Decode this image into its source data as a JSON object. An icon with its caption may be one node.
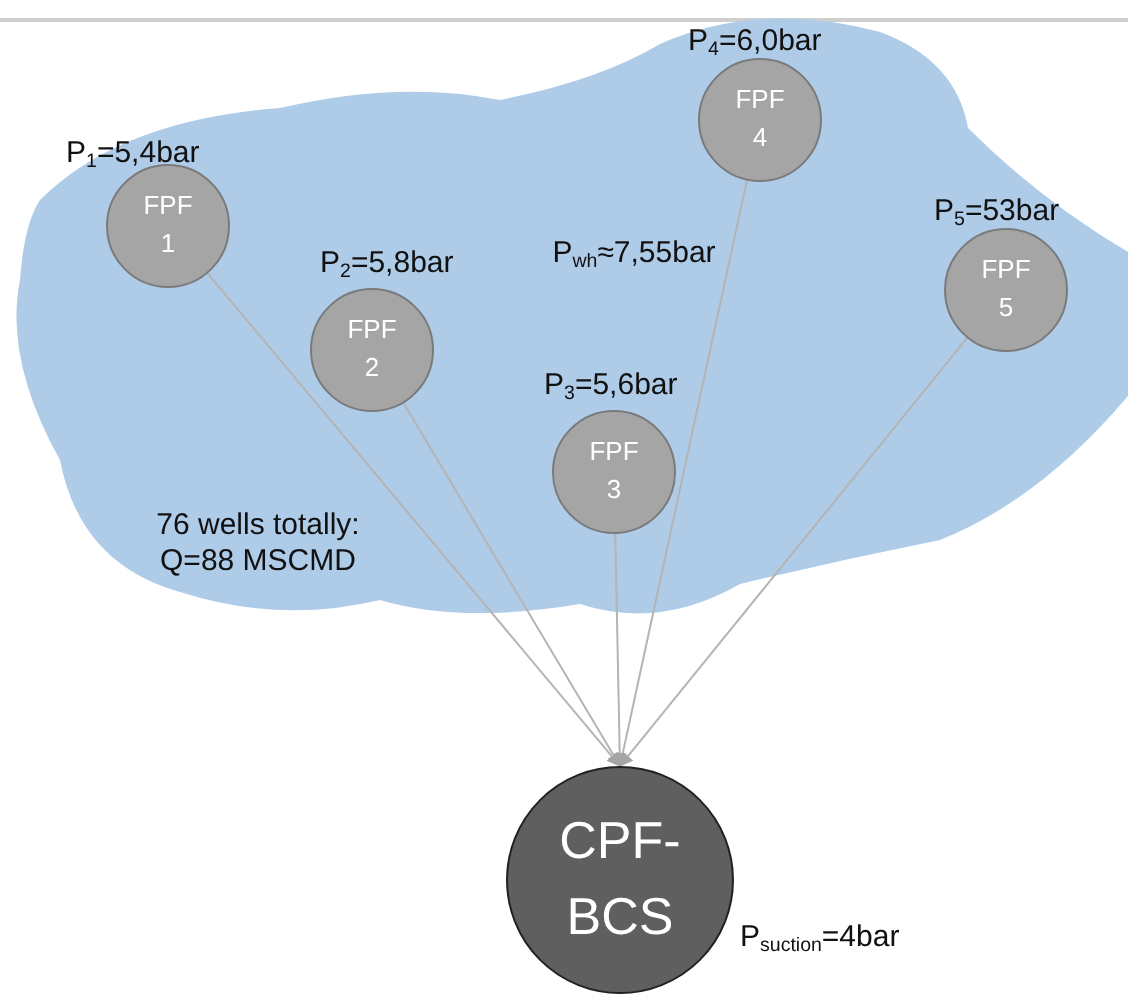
{
  "diagram": {
    "nodes": [
      {
        "text": [
          "P$_{wh}$≈7,55bar",
          "76 wells totally: Q=88 MSCMD"
        ]
      },
      {
        "text": [
          "FPF 1"
        ],
        "in": 0,
        "beside": [
          "P$_{1}$=5,4bar"
        ]
      },
      {
        "text": [
          "FPF 2"
        ],
        "in": 0,
        "beside": [
          "P$_{2}$=5,8bar"
        ]
      },
      {
        "text": [
          "FPF 3"
        ],
        "in": 0,
        "beside": [
          "P$_{3}$=5,6bar"
        ]
      },
      {
        "text": [
          "FPF 4"
        ],
        "in": 0,
        "beside": [
          "P$_{4}$=6,0bar"
        ]
      },
      {
        "text": [
          "FPF 5"
        ],
        "in": 0,
        "beside": [
          "P$_{5}$=53bar"
        ]
      },
      {
        "text": [
          "CPF- BCS"
        ],
        "beside": [
          "P$_{suction}$=4bar"
        ]
      }
    ],
    "edges": [
      {
        "from": 1,
        "to": 6,
        "arrow": "to"
      },
      {
        "from": 2,
        "to": 6,
        "arrow": "to"
      },
      {
        "from": 3,
        "to": 6,
        "arrow": "to"
      },
      {
        "from": 4,
        "to": 6,
        "arrow": "to"
      },
      {
        "from": 5,
        "to": 6,
        "arrow": "to"
      }
    ]
  }
}
